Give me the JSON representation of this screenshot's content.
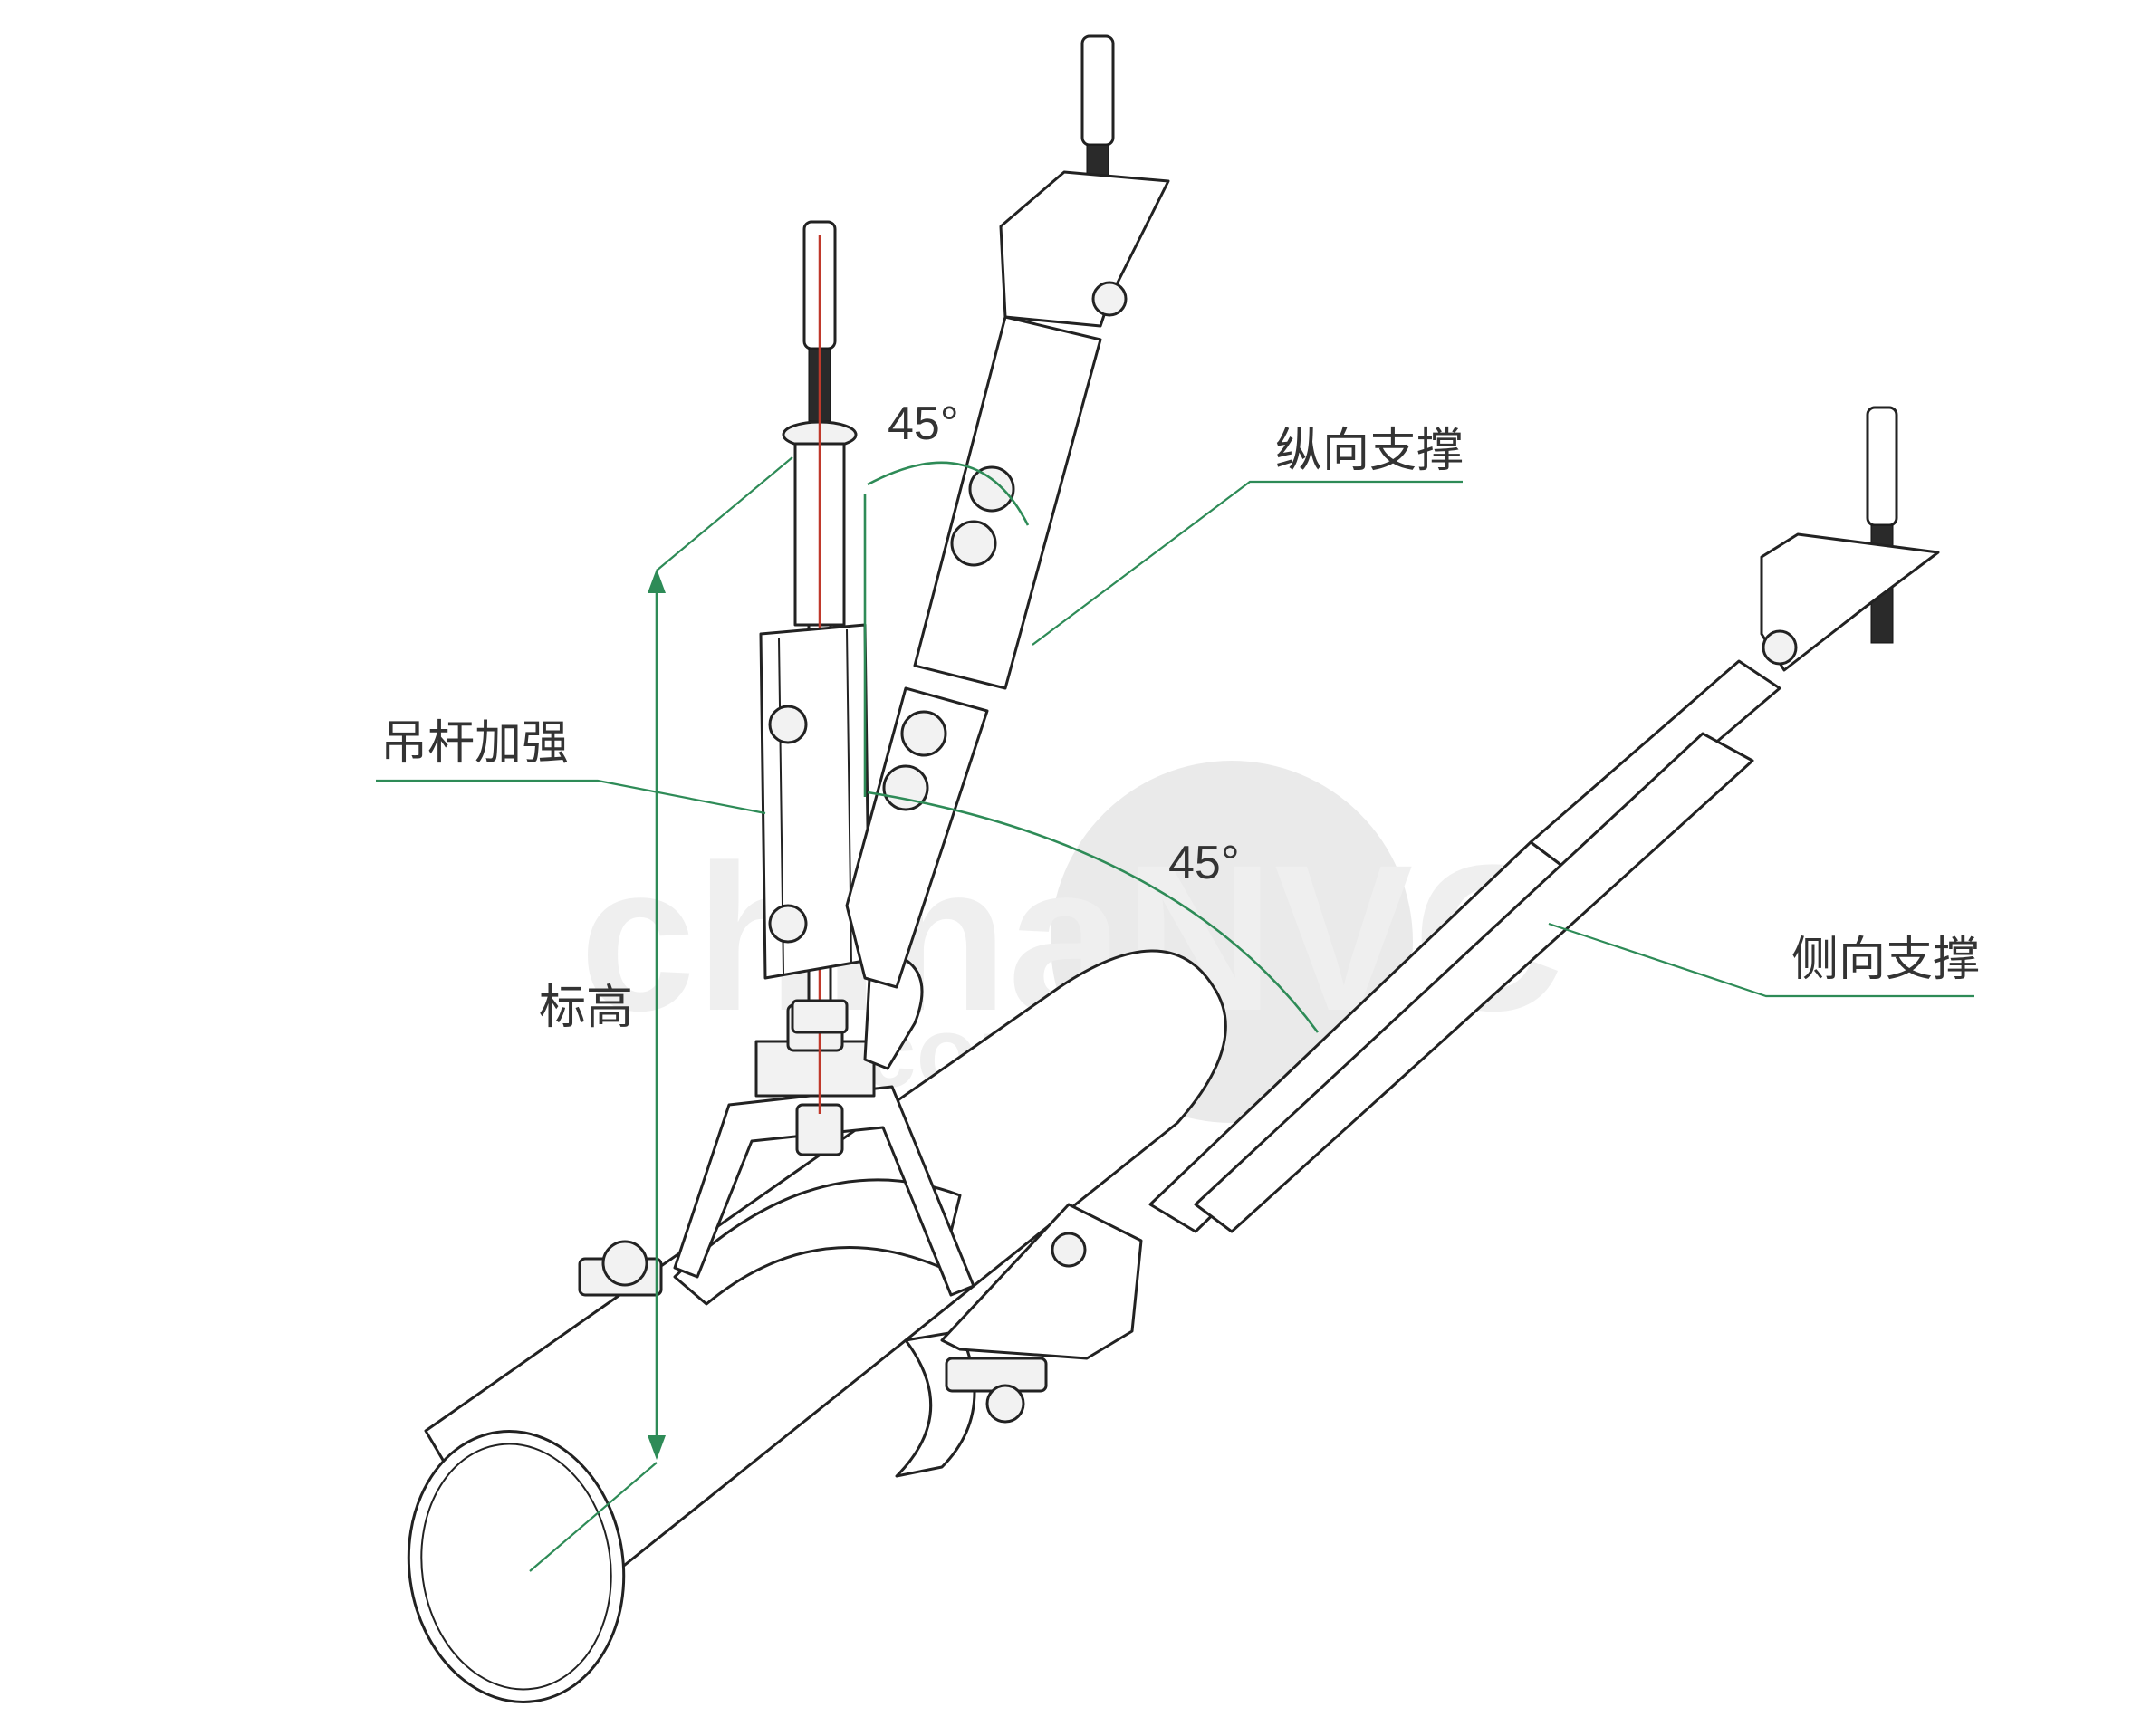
{
  "labels": {
    "longitudinal_brace": "纵向支撑",
    "rod_reinforcement": "吊杆加强",
    "lateral_brace": "侧向支撑",
    "elevation": "标高",
    "angle_top": "45°",
    "angle_lateral": "45°"
  },
  "watermark": {
    "text": "chinaNVC",
    "sub": ".com"
  },
  "colors": {
    "callout": "#2e8b57",
    "line": "#222222",
    "rod_center": "#c0392b",
    "text": "#333333",
    "watermark": "#d9d9d9"
  }
}
